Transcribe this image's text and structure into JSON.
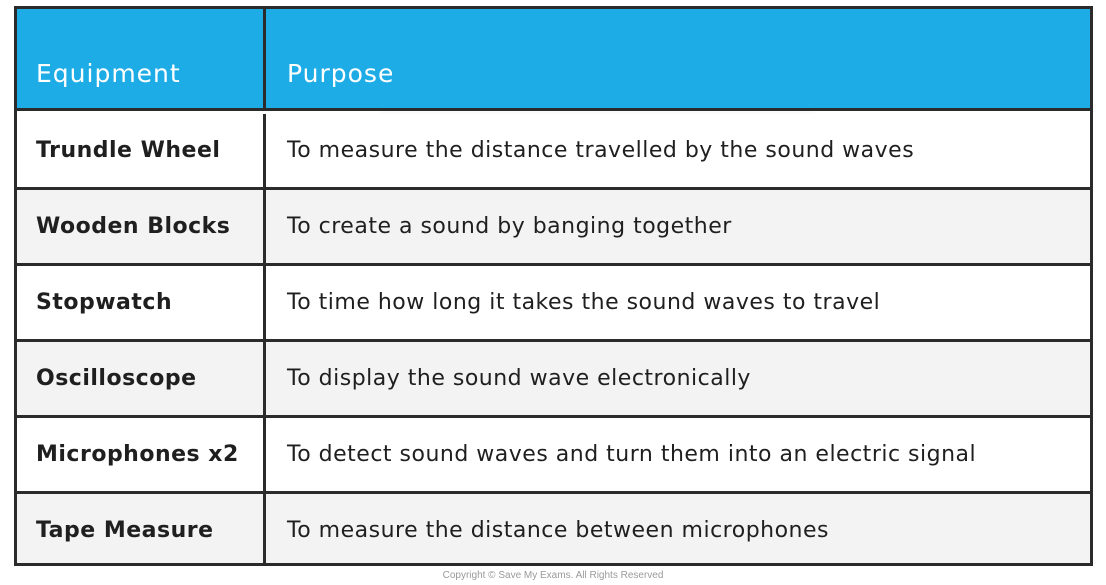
{
  "table": {
    "headers": {
      "equipment": "Equipment",
      "purpose": "Purpose"
    },
    "header_color": "#1DACE6",
    "rows": [
      {
        "equipment": "Trundle Wheel",
        "purpose": "To measure the distance travelled by the sound waves"
      },
      {
        "equipment": "Wooden Blocks",
        "purpose": "To create a sound by banging together"
      },
      {
        "equipment": "Stopwatch",
        "purpose": "To time how long it takes the sound waves to travel"
      },
      {
        "equipment": "Oscilloscope",
        "purpose": "To display the sound wave electronically"
      },
      {
        "equipment": "Microphones x2",
        "purpose": "To detect sound waves and turn them into an electric signal"
      },
      {
        "equipment": "Tape Measure",
        "purpose": "To measure the distance between microphones"
      }
    ]
  },
  "footer": {
    "copyright": "Copyright © Save My Exams. All Rights Reserved"
  }
}
